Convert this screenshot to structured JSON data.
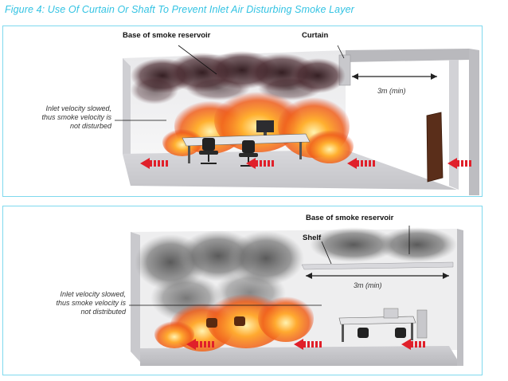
{
  "figure_title": "Figure 4: Use Of Curtain Or Shaft To Prevent Inlet Air Disturbing Smoke Layer",
  "panel_top": {
    "label_reservoir": "Base of smoke reservoir",
    "label_curtain": "Curtain",
    "label_dimension": "3m (min)",
    "note_lines": [
      "Inlet velocity slowed,",
      "thus smoke velocity is",
      "not disturbed"
    ]
  },
  "panel_bottom": {
    "label_reservoir": "Base of smoke reservoir",
    "label_shelf": "Shelf",
    "label_dimension": "3m (min)",
    "note_lines": [
      "Inlet velocity slowed,",
      "thus smoke velocity is",
      "not distributed"
    ]
  },
  "colors": {
    "title": "#33c3e3",
    "panel_border": "#7fd9ee",
    "arrow": "#e0202a",
    "fire": "#f08a1c",
    "smoke_dark": "#3a1e22"
  }
}
